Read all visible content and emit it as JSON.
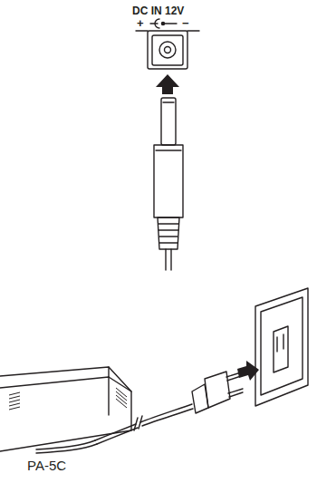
{
  "diagram": {
    "labels": [
      "DC IN 12V",
      "+",
      "−",
      "PA-5C"
    ]
  }
}
